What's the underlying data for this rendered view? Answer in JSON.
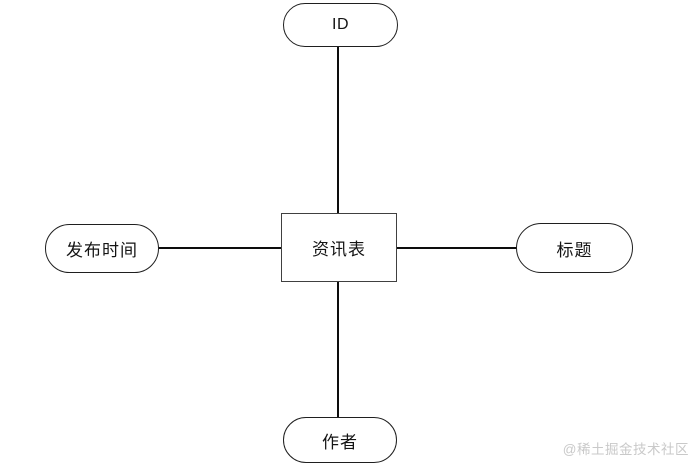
{
  "diagram": {
    "type": "entity-relationship",
    "entity": {
      "label": "资讯表",
      "shape": "rectangle"
    },
    "attributes": [
      {
        "label": "ID",
        "position": "top",
        "shape": "oval",
        "connected_to": "资讯表"
      },
      {
        "label": "标题",
        "position": "right",
        "shape": "oval",
        "connected_to": "资讯表"
      },
      {
        "label": "作者",
        "position": "bottom",
        "shape": "oval",
        "connected_to": "资讯表"
      },
      {
        "label": "发布时间",
        "position": "left",
        "shape": "oval",
        "connected_to": "资讯表"
      }
    ],
    "colors": {
      "background": "#ffffff",
      "line": "#0d0d0d",
      "oval_border": "#1f1f1f",
      "rect_border": "#404040",
      "text": "#141414",
      "watermark": "#c9c9c9"
    }
  },
  "watermark": {
    "text": "@稀土掘金技术社区"
  }
}
